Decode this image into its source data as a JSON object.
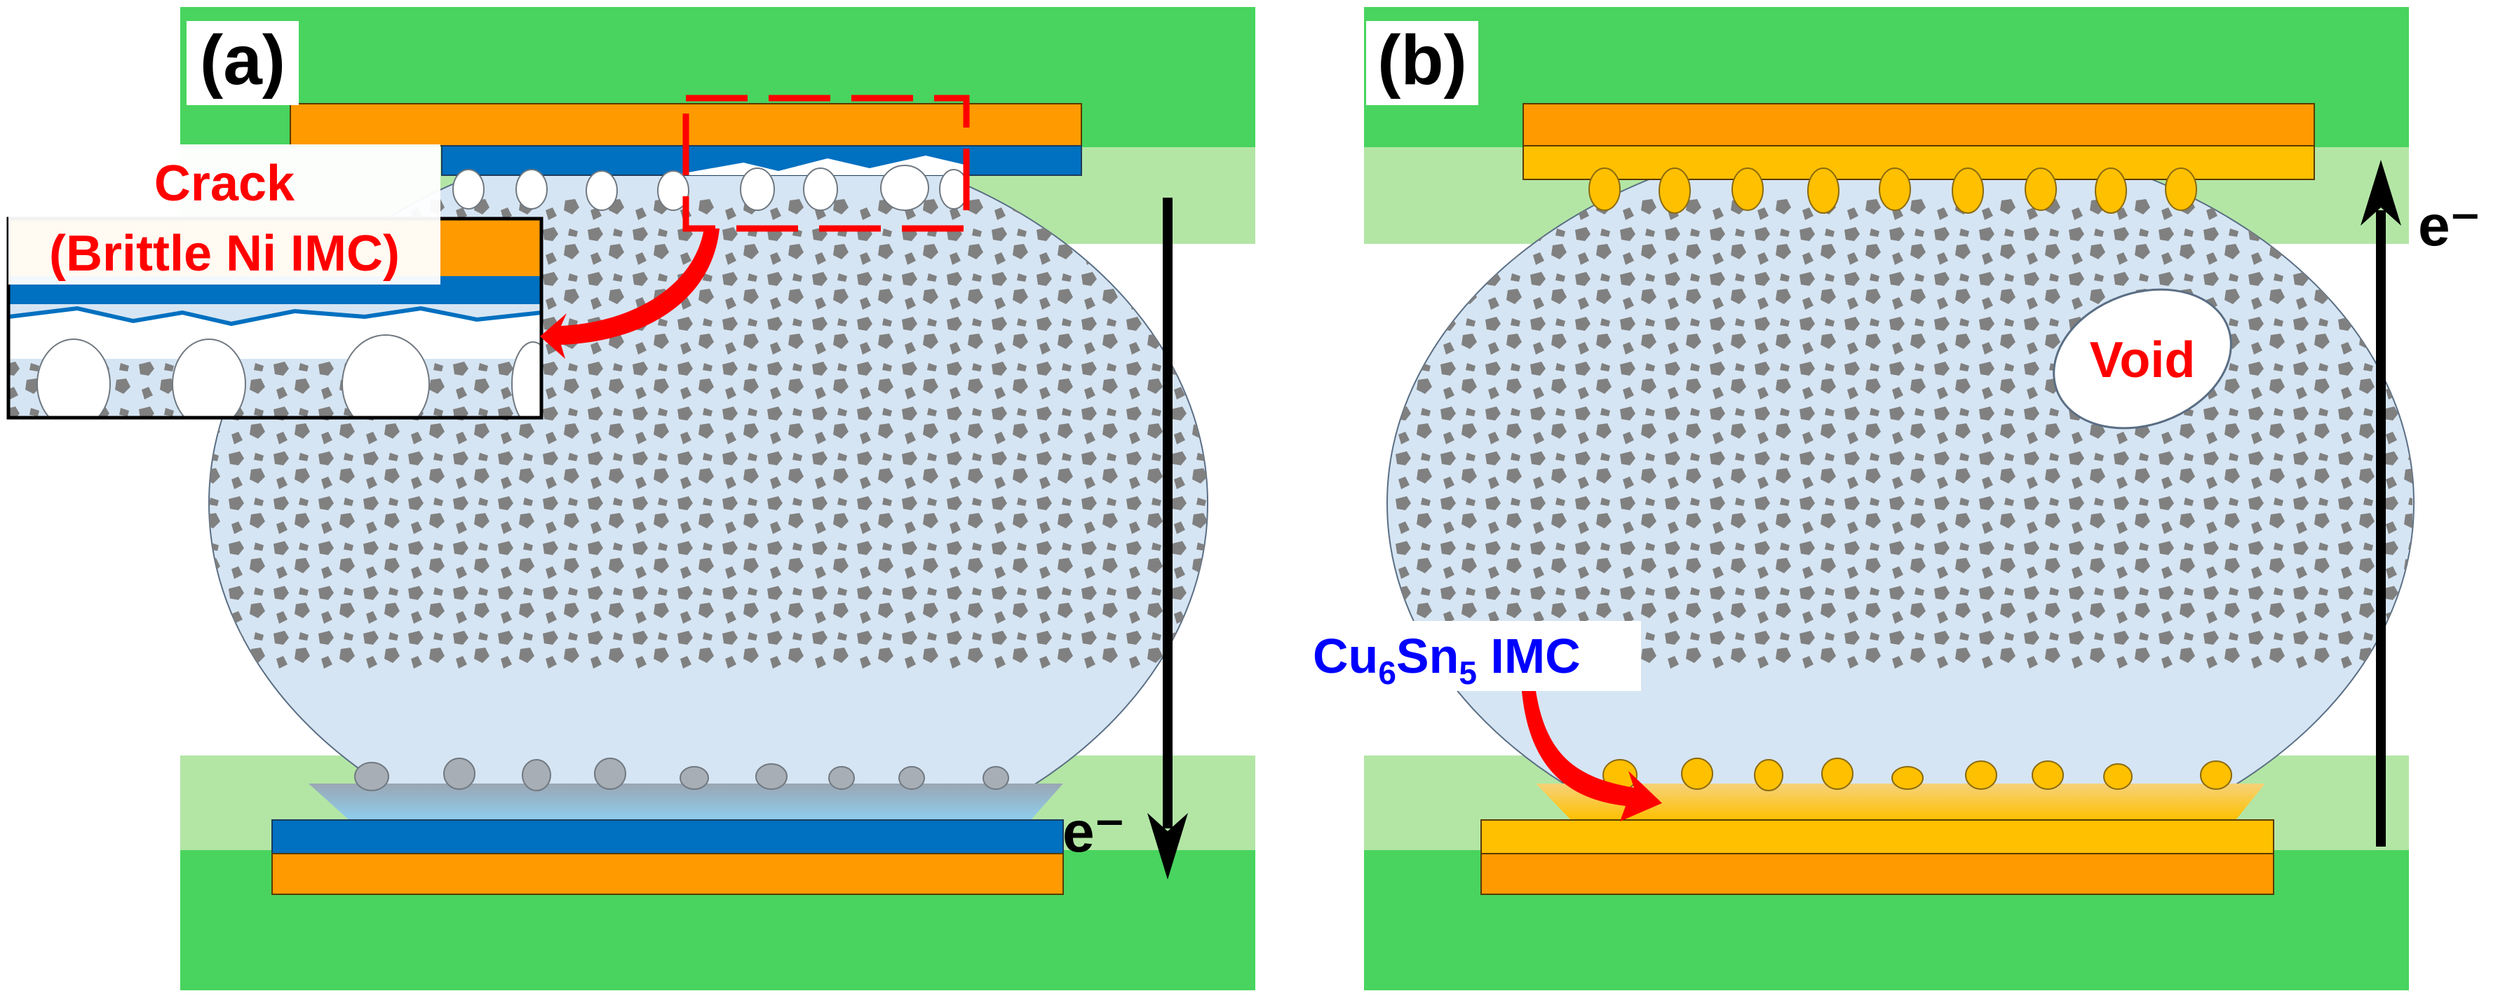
{
  "panel_a": {
    "label": "(a)",
    "callout_line1": "Crack",
    "callout_line2": "(Brittle Ni IMC)",
    "electron": "e⁻"
  },
  "panel_b": {
    "label": "(b)",
    "void_label": "Void",
    "imc_label_base": "Cu",
    "imc_sub1": "6",
    "imc_mid": "Sn",
    "imc_sub2": "5",
    "imc_suffix": " IMC",
    "electron": "e⁻"
  },
  "colors": {
    "pcb_green": "#48d45e",
    "pale_green": "#b3e6a5",
    "copper_orange": "#ff9a00",
    "nickel_blue": "#0070c0",
    "solder_fill": "#d6e5f3",
    "particle_gray": "#808080",
    "cu6sn5_gold": "#ffc000",
    "crack_red": "#ff0000",
    "label_blue": "#0000ff",
    "arrow_black": "#000000"
  },
  "icons": {
    "current_arrow_a": "arrow-down",
    "current_arrow_b": "arrow-up",
    "callout_arrow": "curved-arrow"
  }
}
